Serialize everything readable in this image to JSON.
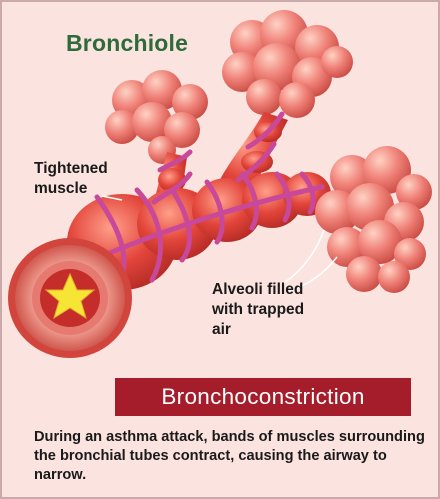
{
  "title": "Bronchiole",
  "labels": {
    "muscle": "Tightened muscle",
    "alveoli": "Alveoli filled with trapped air"
  },
  "banner": "Bronchoconstriction",
  "caption": "During an asthma attack, bands of muscles surrounding the bronchial tubes contract, causing the airway to narrow.",
  "colors": {
    "background": "#fbe3df",
    "tissue": "#e2453a",
    "muscle_band": "#c8489a",
    "banner": "#a51d2b",
    "title": "#2f6a3a",
    "lumen": "#f6e534"
  }
}
